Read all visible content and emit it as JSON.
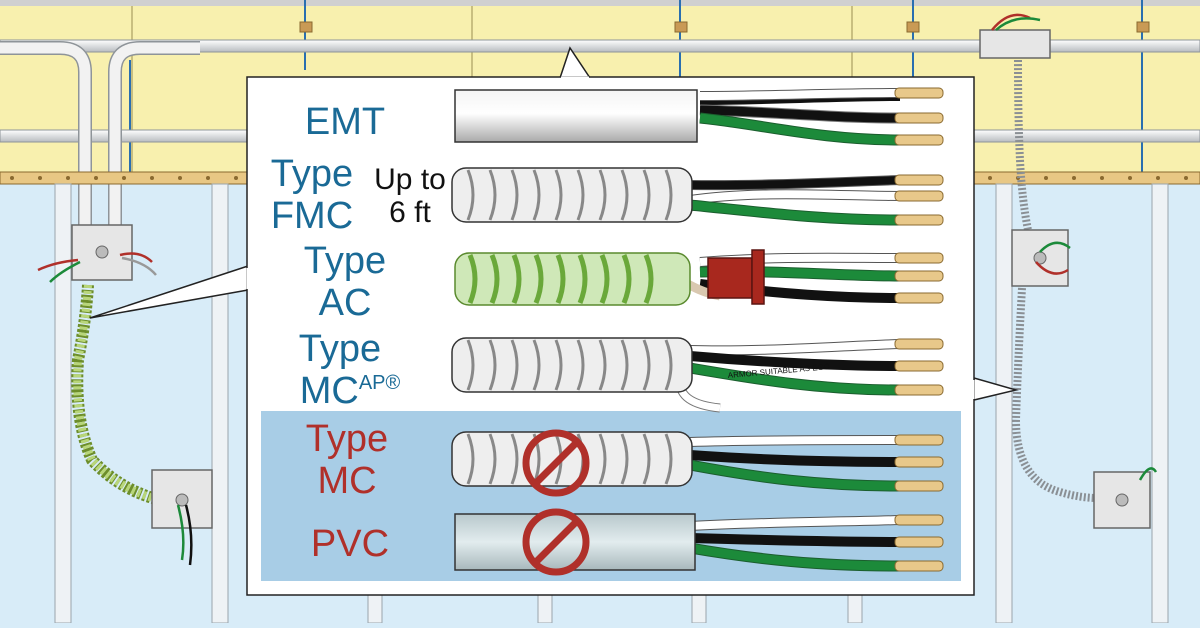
{
  "labels": {
    "emt": "EMT",
    "fmc_type": "Type",
    "fmc_code": "FMC",
    "fmc_note_line1": "Up to",
    "fmc_note_line2": "6 ft",
    "ac_type": "Type",
    "ac_code": "AC",
    "mcap_type": "Type",
    "mcap_code": "MC",
    "mcap_sup": "AP®",
    "mc_type": "Type",
    "mc_code": "MC",
    "pvc": "PVC",
    "armor_print": "ARMOR SUITABLE AS EGC"
  },
  "colors": {
    "wall": "#d8ecf8",
    "ceiling": "#f8f0ae",
    "wood": "#e8c784",
    "callout": "#ffffff",
    "excluded_panel": "#a8cde6",
    "label_blue": "#1a6a96",
    "label_red": "#b0302a",
    "wire_green": "#1c8a3a",
    "wire_black": "#111111",
    "wire_white": "#ffffff",
    "copper": "#e8c88a",
    "prohibited": "#b0302a"
  }
}
